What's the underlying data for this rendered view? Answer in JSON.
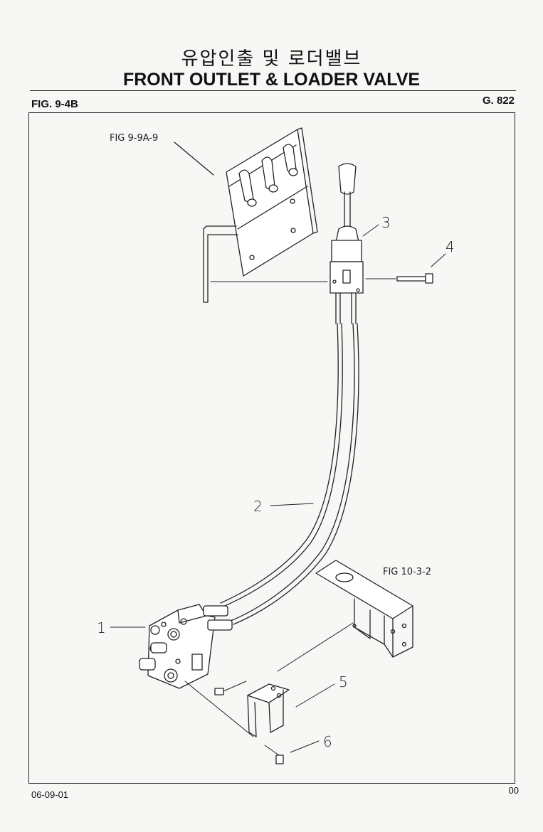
{
  "header": {
    "title_korean": "유압인출 및 로더밸브",
    "title_english": "FRONT OUTLET & LOADER VALVE",
    "figure": "FIG. 9-4B",
    "group": "G. 822"
  },
  "diagram": {
    "references": {
      "upper": "FIG 9-9A-9",
      "lower": "FIG 10-3-2"
    },
    "callouts": [
      "1",
      "2",
      "3",
      "4",
      "5",
      "6"
    ]
  },
  "footer": {
    "date": "06-09-01",
    "page": "00"
  }
}
